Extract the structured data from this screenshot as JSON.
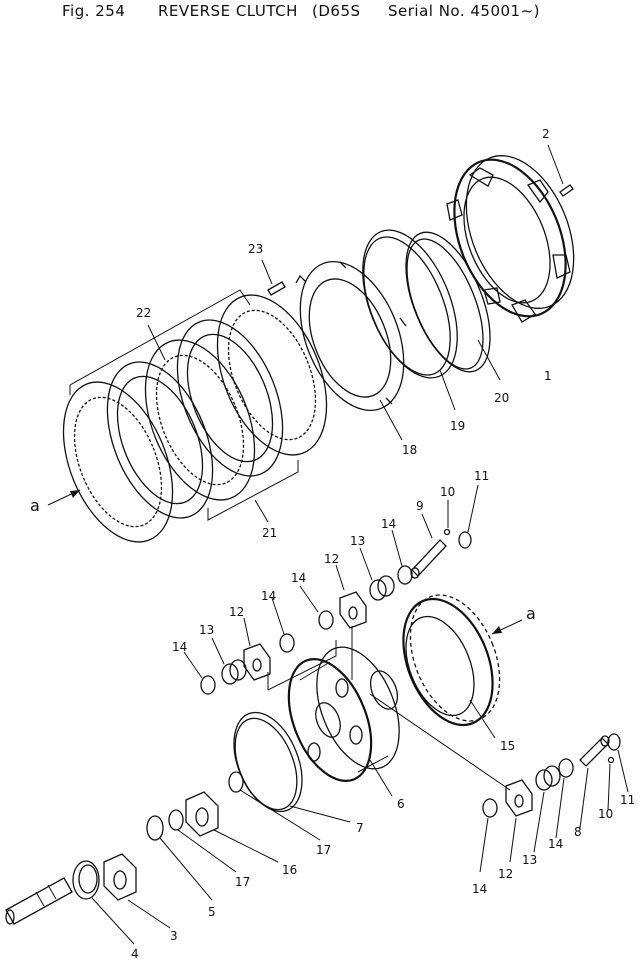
{
  "header": {
    "fig": "Fig. 254",
    "title": "REVERSE CLUTCH",
    "model": "(D65S",
    "serial": "Serial No. 45001∼)"
  },
  "view_labels": {
    "left": "a",
    "right": "a"
  },
  "callouts": {
    "c1": "1",
    "c2": "2",
    "c3": "3",
    "c4": "4",
    "c5": "5",
    "c6": "6",
    "c7": "7",
    "c8": "8",
    "c9": "9",
    "c10a": "10",
    "c10b": "10",
    "c11a": "11",
    "c11b": "11",
    "c12a": "12",
    "c12b": "12",
    "c12c": "12",
    "c13a": "13",
    "c13b": "13",
    "c13c": "13",
    "c14a": "14",
    "c14b": "14",
    "c14c": "14",
    "c14d": "14",
    "c14e": "14",
    "c14f": "14",
    "c15": "15",
    "c16": "16",
    "c17a": "17",
    "c17b": "17",
    "c18": "18",
    "c19": "19",
    "c20": "20",
    "c21": "21",
    "c22": "22",
    "c23": "23"
  }
}
